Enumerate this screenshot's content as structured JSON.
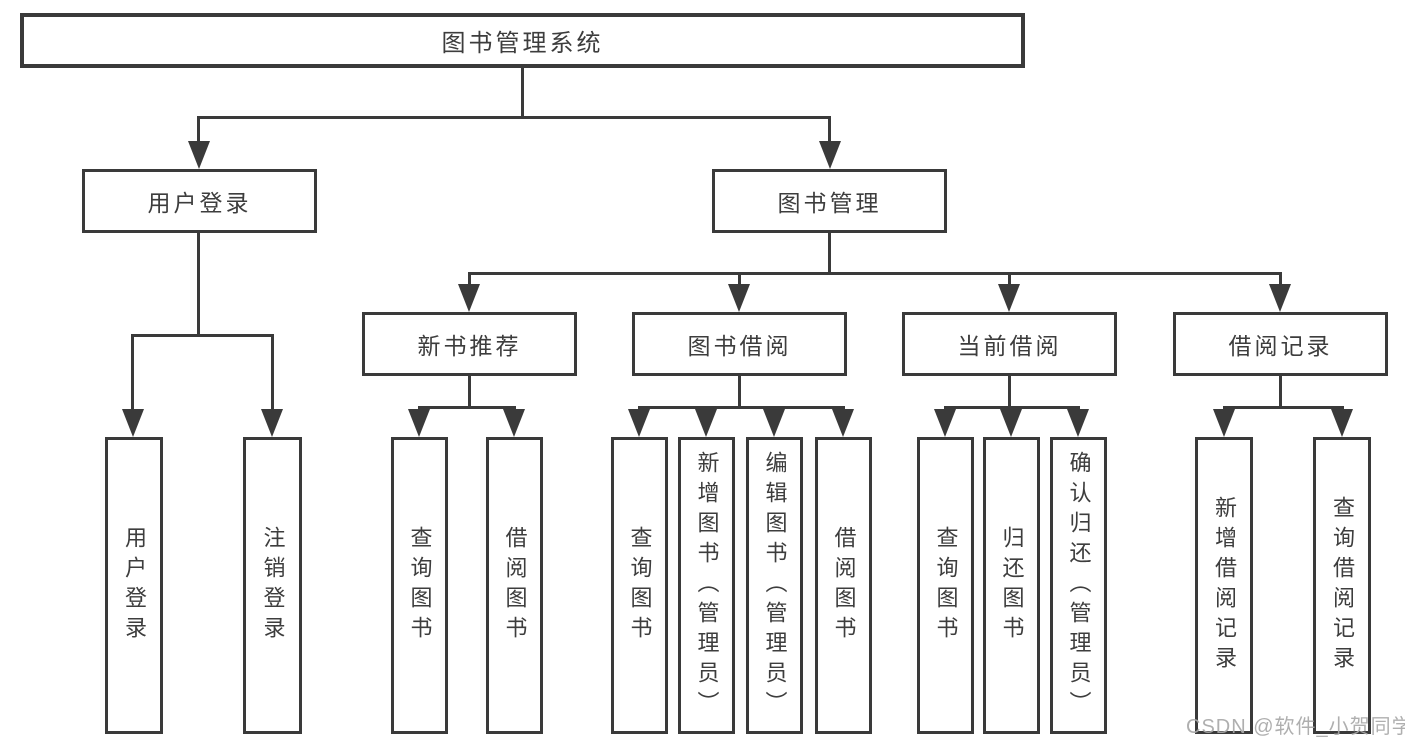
{
  "diagram": {
    "root": {
      "label": "图书管理系统"
    },
    "level2": [
      {
        "label": "用户登录"
      },
      {
        "label": "图书管理"
      }
    ],
    "level3": [
      {
        "label": "新书推荐"
      },
      {
        "label": "图书借阅"
      },
      {
        "label": "当前借阅"
      },
      {
        "label": "借阅记录"
      }
    ],
    "leaves": [
      {
        "label": "用户登录"
      },
      {
        "label": "注销登录"
      },
      {
        "label": "查询图书"
      },
      {
        "label": "借阅图书"
      },
      {
        "label": "查询图书"
      },
      {
        "label": "新增图书（管理员）"
      },
      {
        "label": "编辑图书（管理员）"
      },
      {
        "label": "借阅图书"
      },
      {
        "label": "查询图书"
      },
      {
        "label": "归还图书"
      },
      {
        "label": "确认归还（管理员）"
      },
      {
        "label": "新增借阅记录"
      },
      {
        "label": "查询借阅记录"
      }
    ]
  },
  "watermark": {
    "text": "CSDN @软件_小贺同学"
  },
  "colors": {
    "line": "#3a3a3a",
    "text": "#3d3d3d",
    "background": "#ffffff",
    "watermark": "#a9a9a9"
  }
}
